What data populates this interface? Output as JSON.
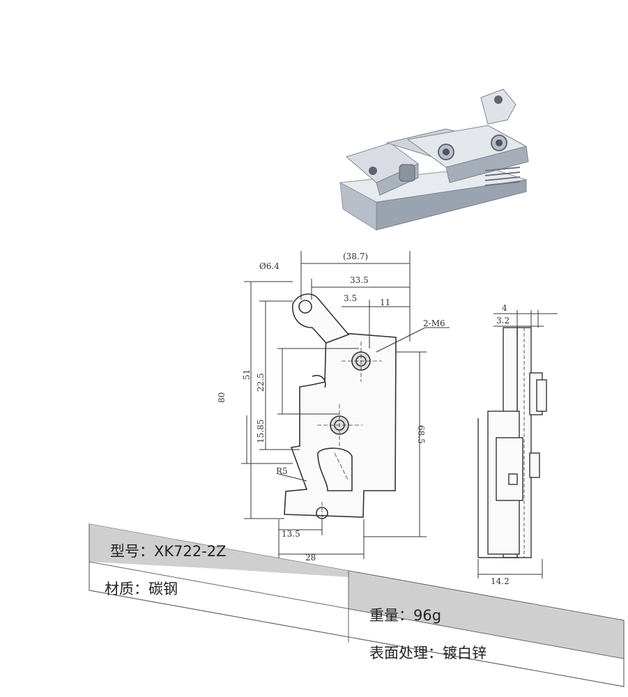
{
  "product": {
    "photo_icon": "latch-photo-icon"
  },
  "dimensions": {
    "top_overall": "(38.7)",
    "top_inner": "33.5",
    "hole_diameter": "Ø6.4",
    "offset_a": "3.5",
    "offset_b": "11",
    "thread": "2-M6",
    "height_80": "80",
    "height_51": "51",
    "height_22_5": "22.5",
    "height_15_85": "15.85",
    "height_68_5": "68.5",
    "radius": "R5",
    "bottom_13_5": "13.5",
    "bottom_28": "28",
    "side_4": "4",
    "side_3_2": "3.2",
    "side_14_2": "14.2"
  },
  "specs": {
    "model": "型号：XK722-2Z",
    "material": "材质：碳钢",
    "weight": "重量：96g",
    "finish": "表面处理：镀白锌"
  },
  "colors": {
    "table_gray": "#cfcfcf",
    "line": "#333333",
    "metal": "#c9ced6"
  }
}
